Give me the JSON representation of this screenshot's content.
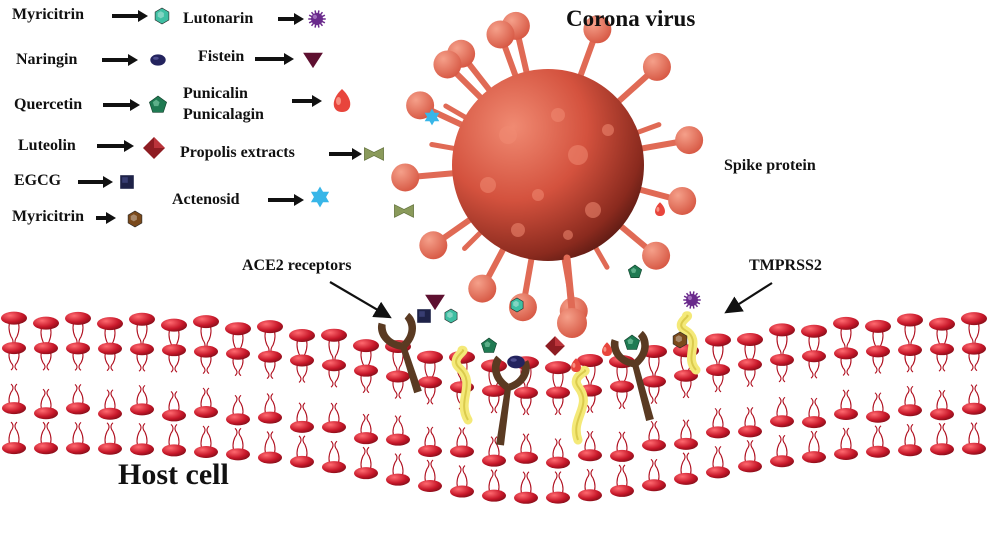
{
  "title": "Corona virus",
  "host_cell": "Host cell",
  "annotations": {
    "spike": "Spike protein",
    "ace2": "ACE2 receptors",
    "tmprss2": "TMPRSS2"
  },
  "legend": [
    {
      "id": "myricitrin-a",
      "label": "Myricitrin",
      "icon": "teal-hexagon-icon",
      "color": "#3fbfa3"
    },
    {
      "id": "lutonarin",
      "label": "Lutonarin",
      "icon": "purple-spiky-ball-icon",
      "color": "#6a2a8c"
    },
    {
      "id": "naringin",
      "label": "Naringin",
      "icon": "navy-ellipse-icon",
      "color": "#23235e"
    },
    {
      "id": "fistein",
      "label": "Fistein",
      "icon": "maroon-triangle-icon",
      "color": "#5e1030"
    },
    {
      "id": "quercetin",
      "label": "Quercetin",
      "icon": "green-pentagon-icon",
      "color": "#1f7a52"
    },
    {
      "id": "punicalin",
      "label": "Punicalin\nPunicalagin",
      "icon": "red-droplet-icon",
      "color": "#e8453c"
    },
    {
      "id": "luteolin",
      "label": "Luteolin",
      "icon": "red-diamond-icon",
      "color": "#8e1c22"
    },
    {
      "id": "propolis",
      "label": "Propolis extracts",
      "icon": "olive-bowtie-icon",
      "color": "#8a9a5b"
    },
    {
      "id": "egcg",
      "label": "EGCG",
      "icon": "navy-square-icon",
      "color": "#1e2248"
    },
    {
      "id": "actenosid",
      "label": "Actenosid",
      "icon": "blue-star-icon",
      "color": "#38b6e8"
    },
    {
      "id": "myricitrin-b",
      "label": "Myricitrin",
      "icon": "brown-hexagon-icon",
      "color": "#7a4a1c"
    }
  ],
  "colors": {
    "virus_core": "#d4523e",
    "virus_dark": "#4a1410",
    "spike": "#e06a55",
    "lipid_head": "#c8182a",
    "receptor": "#5a3a22",
    "tmprss2": "#f4e978"
  }
}
